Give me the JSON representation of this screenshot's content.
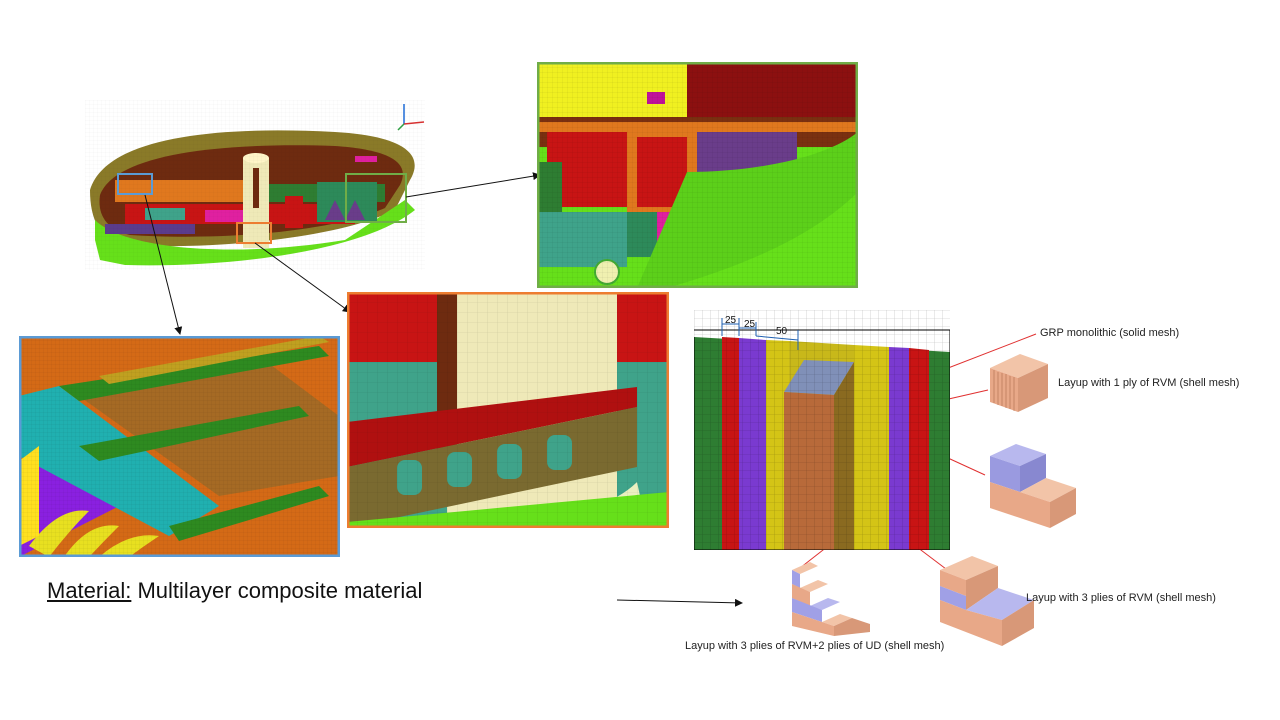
{
  "caption": {
    "underlined": "Material:",
    "text": " Multilayer composite material"
  },
  "dims": {
    "a": "25",
    "b": "25",
    "c": "50"
  },
  "labels": {
    "grp": "GRP monolithic (solid mesh)",
    "one_ply": "Layup with 1 ply of RVM (shell mesh)",
    "three_plies": "Layup with 3 plies of RVM (shell mesh)",
    "rvm_ud": "Layup with 3 plies of RVM+2 plies of UD (shell mesh)"
  },
  "colors": {
    "blue_frame": "#5b9bd5",
    "orange_frame": "#ed7d31",
    "green_frame": "#70ad47",
    "red_arrow": "#e03030"
  }
}
